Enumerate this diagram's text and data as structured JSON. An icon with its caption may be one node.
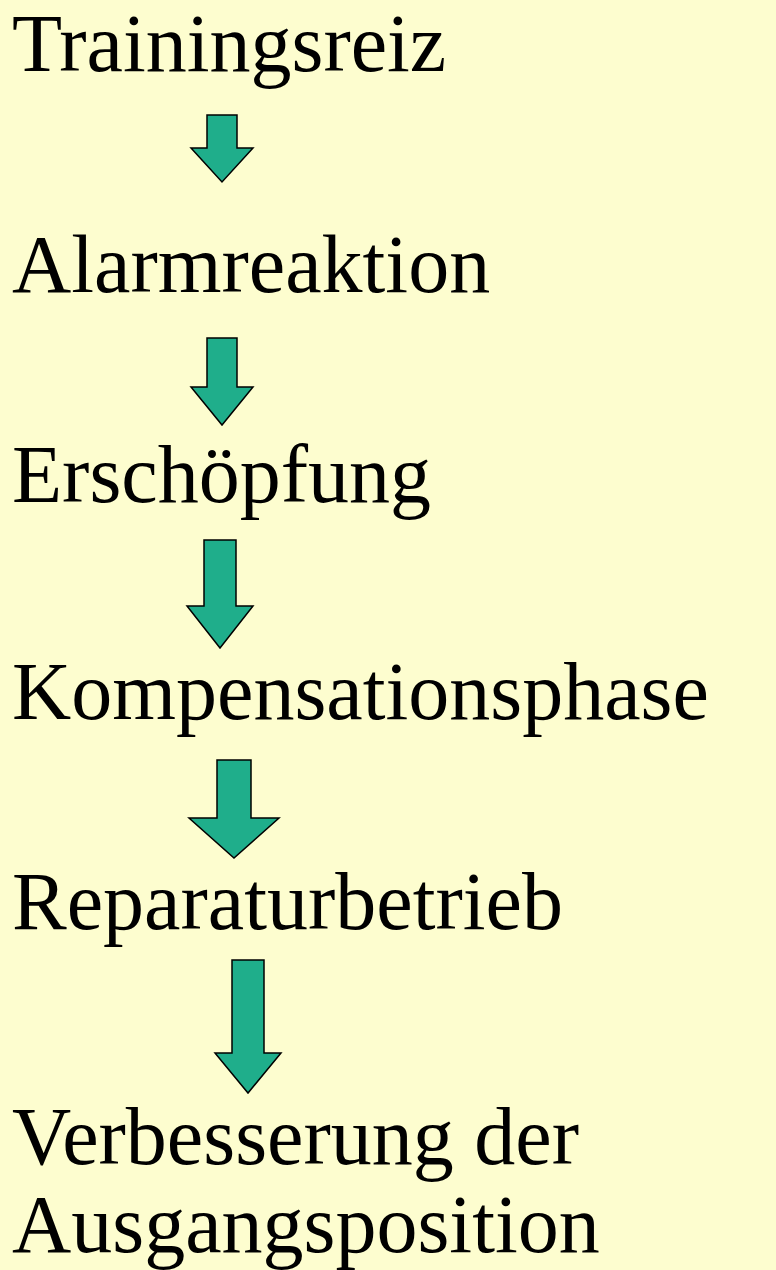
{
  "diagram": {
    "nodes": [
      {
        "text": [
          "Trainingsreiz"
        ]
      },
      {
        "text": [
          "Alarmreaktion"
        ]
      },
      {
        "text": [
          "Erschöpfung"
        ]
      },
      {
        "text": [
          "Kompensationsphase"
        ]
      },
      {
        "text": [
          "Reparaturbetrieb"
        ]
      },
      {
        "text": [
          "Verbesserung der Ausgangsposition"
        ]
      }
    ],
    "edges": [
      {
        "from": 0,
        "to": 1,
        "arrow": "to"
      },
      {
        "from": 1,
        "to": 2,
        "arrow": "to"
      },
      {
        "from": 2,
        "to": 3,
        "arrow": "to"
      },
      {
        "from": 3,
        "to": 4,
        "arrow": "to"
      },
      {
        "from": 4,
        "to": 5,
        "arrow": "to"
      }
    ]
  }
}
